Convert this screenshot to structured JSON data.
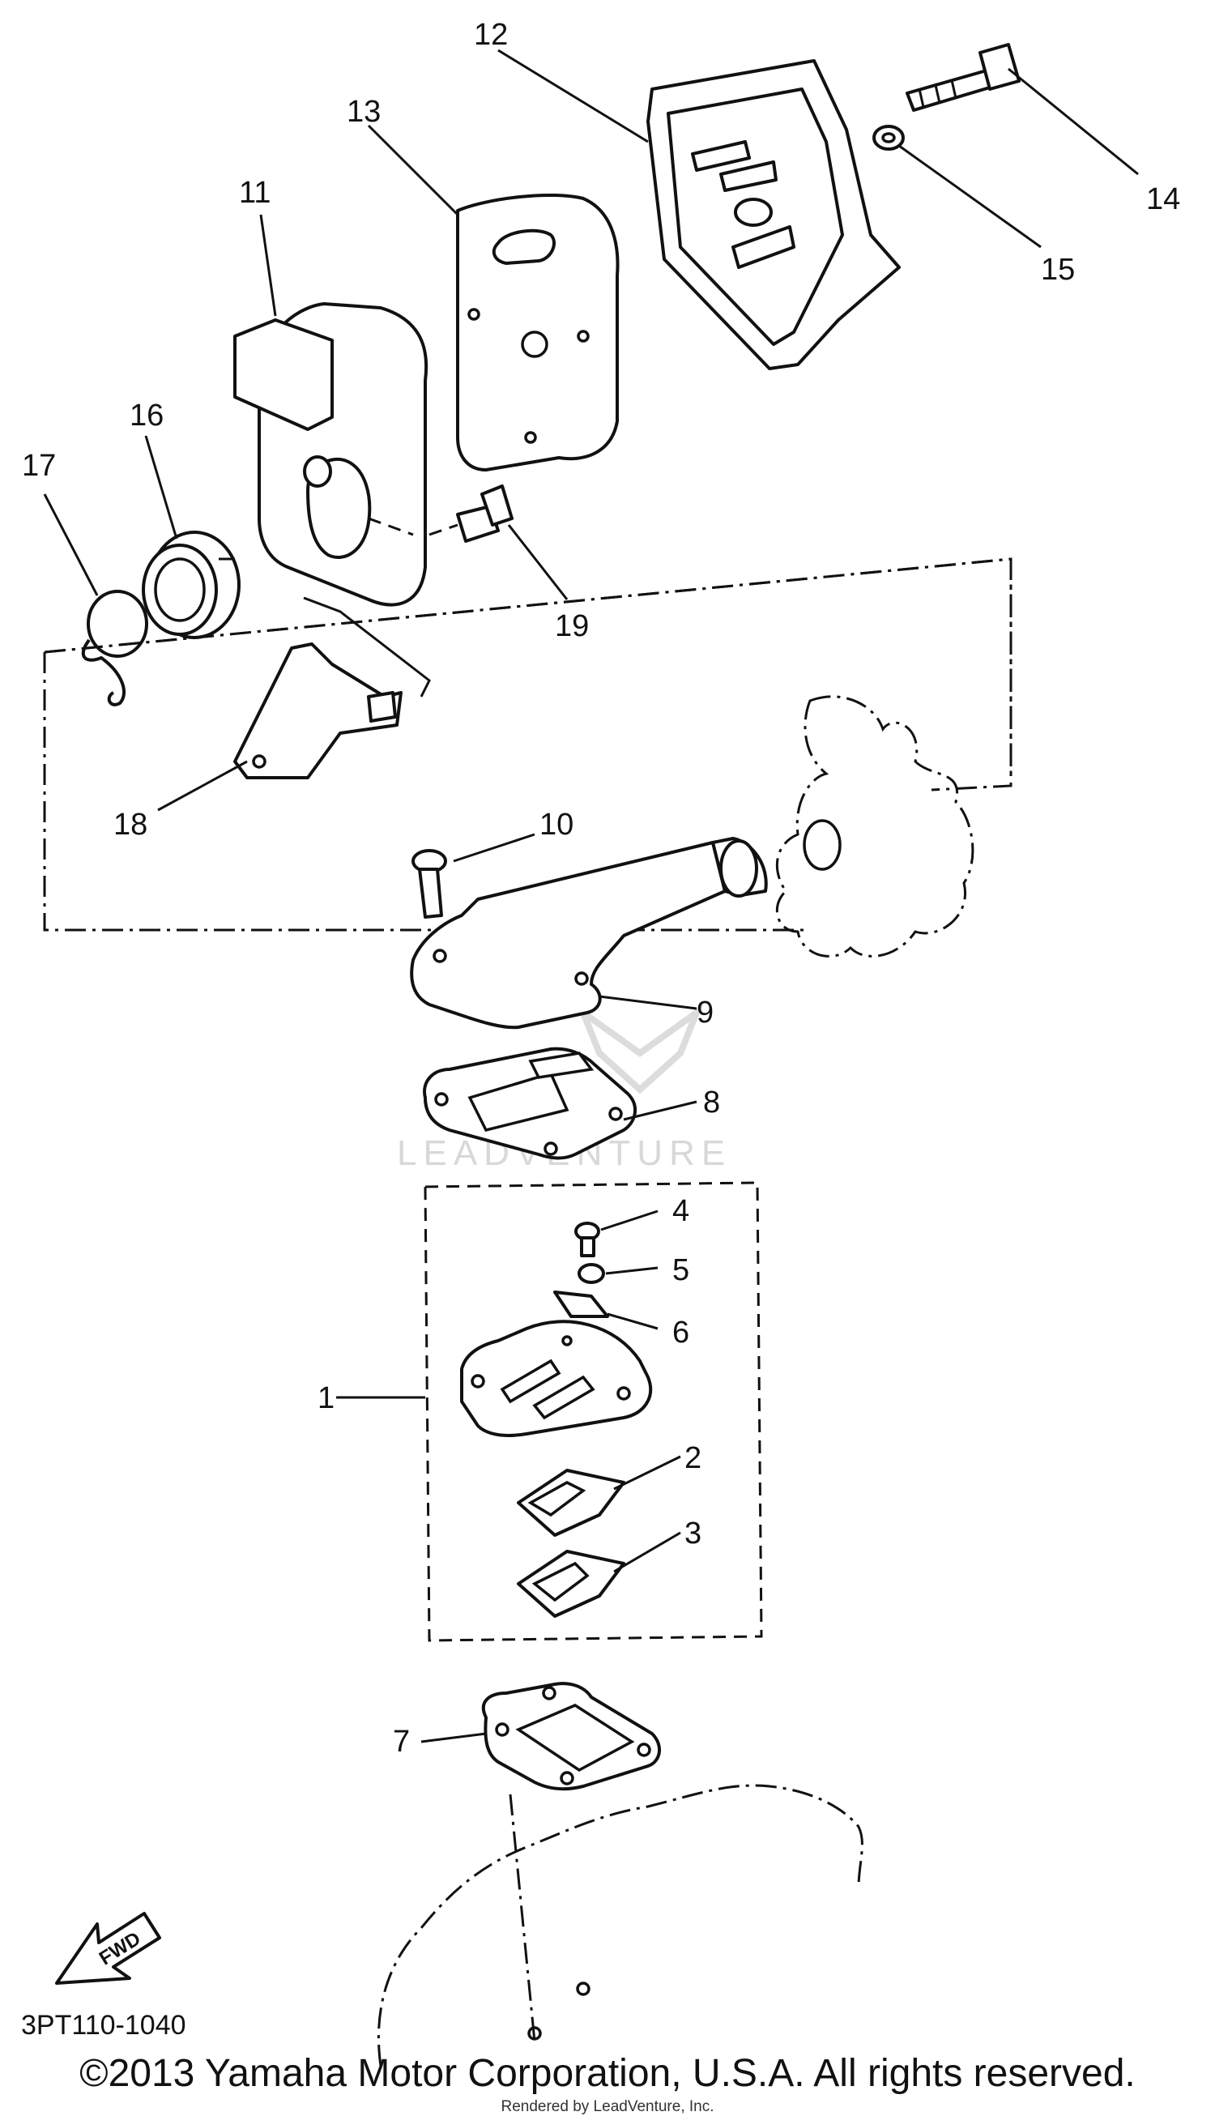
{
  "diagram": {
    "callouts": [
      "1",
      "2",
      "3",
      "4",
      "5",
      "6",
      "7",
      "8",
      "9",
      "10",
      "11",
      "12",
      "13",
      "14",
      "15",
      "16",
      "17",
      "18",
      "19"
    ],
    "fwd_label": "FWD",
    "watermark": "LEADVENTURE"
  },
  "footer": {
    "figure_code": "3PT110-1040",
    "copyright": "©2013 Yamaha Motor Corporation, U.S.A. All rights reserved.",
    "rendered_by": "Rendered by LeadVenture, Inc."
  }
}
